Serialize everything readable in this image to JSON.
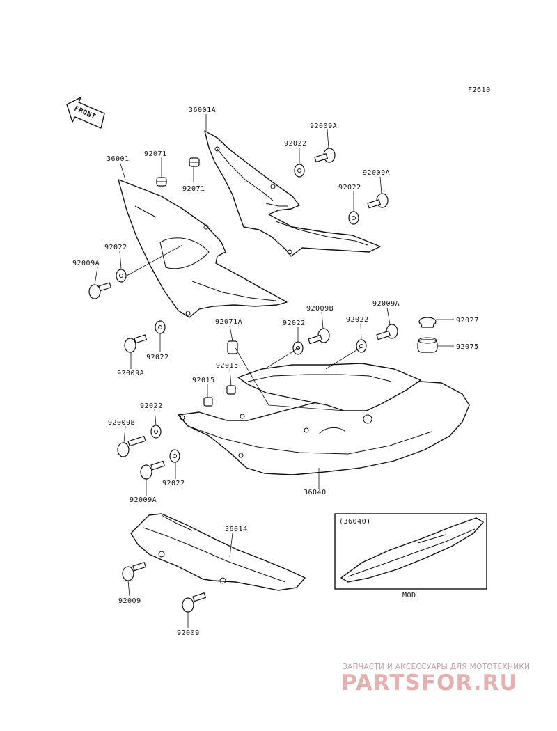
{
  "figure_code": "F2610",
  "front_label": "FRONT",
  "callouts": {
    "c36001A": "36001A",
    "c36001": "36001",
    "c92071_a": "92071",
    "c92071_b": "92071",
    "c92022_1": "92022",
    "c92009A_1": "92009A",
    "c92022_2": "92022",
    "c92009A_2": "92009A",
    "c92022_3": "92022",
    "c92009A_3": "92009A",
    "c92022_4": "92022",
    "c92009A_4": "92009A",
    "c92009B_1": "92009B",
    "c92022_5": "92022",
    "c92022_6": "92022",
    "c92009A_5": "92009A",
    "c92027": "92027",
    "c92075": "92075",
    "c92071A": "92071A",
    "c92015_1": "92015",
    "c92015_2": "92015",
    "c92022_7": "92022",
    "c92009B_2": "92009B",
    "c92022_8": "92022",
    "c92009A_6": "92009A",
    "c36040": "36040",
    "c36014": "36014",
    "c92009_1": "92009",
    "c92009_2": "92009"
  },
  "inset": {
    "title": "(36040)",
    "caption": "MOD"
  },
  "watermark": {
    "line1": "ЗАПЧАСТИ И АКСЕССУАРЫ ДЛЯ МОТОТЕХНИКИ",
    "logo": "PARTSFOR.RU"
  }
}
